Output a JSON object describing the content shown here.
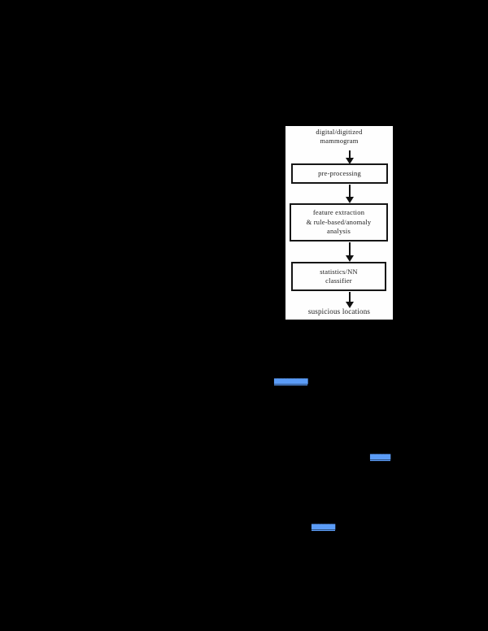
{
  "page": {
    "background_color": "#000000",
    "figure_background": "#fefefe",
    "link_color": "#5b9cf7"
  },
  "flowchart": {
    "source_label": {
      "line1": "digital/digitized",
      "line2": "mammogram"
    },
    "steps": {
      "preprocessing": {
        "line1": "pre-processing"
      },
      "feature_extraction": {
        "line1": "feature extraction",
        "line2": "& rule-based/anomaly",
        "line3": "analysis"
      },
      "classifier": {
        "line1": "statistics/NN",
        "line2": "classifier"
      }
    },
    "sink_label": "suspicious locations"
  },
  "hyperlinks": {
    "link1": {
      "text": "██████████"
    },
    "link2": {
      "text": "██████"
    },
    "link3": {
      "text": "███████"
    }
  }
}
